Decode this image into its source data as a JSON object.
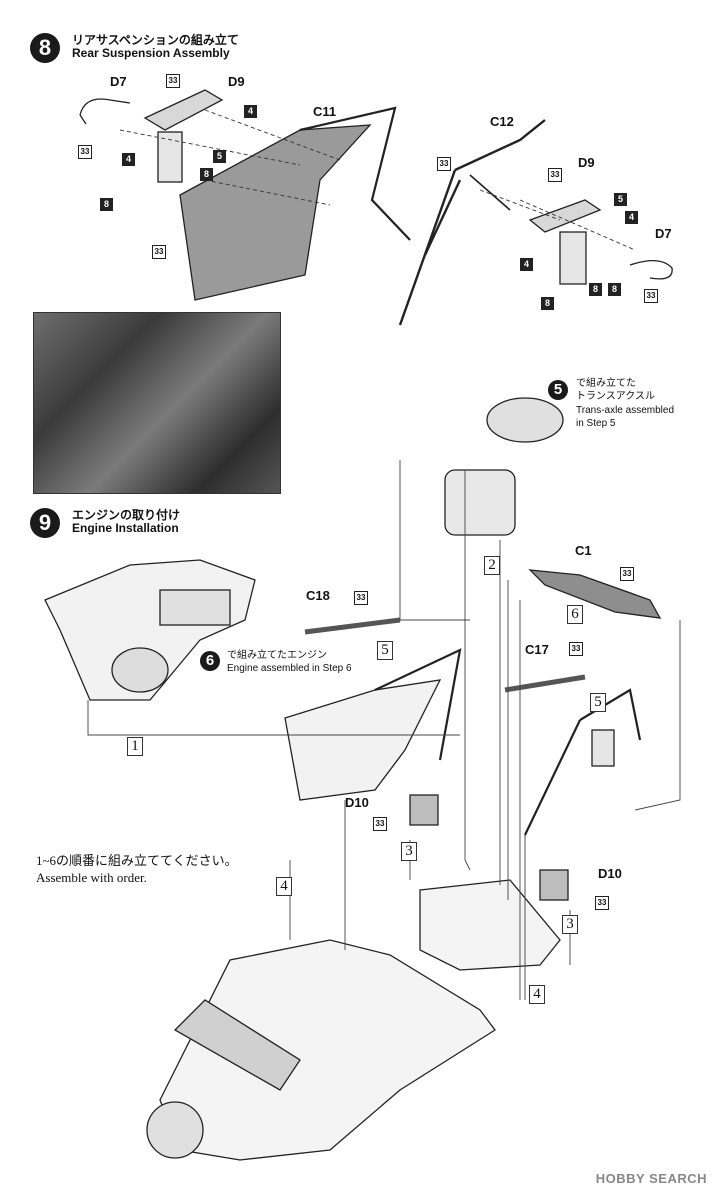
{
  "step8": {
    "number": "8",
    "title_jp": "リアサスペンションの組み立て",
    "title_en": "Rear Suspension Assembly"
  },
  "step9": {
    "number": "9",
    "title_jp": "エンジンの取り付け",
    "title_en": "Engine Installation"
  },
  "labels": {
    "d7": "D7",
    "d9": "D9",
    "c11": "C11",
    "c12": "C12",
    "c1": "C1",
    "c17": "C17",
    "c18": "C18",
    "d10": "D10",
    "n33": "33",
    "n4": "4",
    "n5": "5",
    "n8": "8"
  },
  "boxed_numbers": {
    "one": "1",
    "two": "2",
    "three": "3",
    "four": "4",
    "five": "5",
    "six": "6"
  },
  "callouts": {
    "trans_num": "5",
    "trans_jp1": "で組み立てた",
    "trans_jp2": "トランスアクスル",
    "trans_en1": "Trans-axle assembled",
    "trans_en2": "in Step 5",
    "engine_num": "6",
    "engine_jp": "で組み立てたエンジン",
    "engine_en": "Engine assembled in Step 6"
  },
  "order_note": {
    "jp": "1~6の順番に組み立ててください。",
    "en": "Assemble with order."
  },
  "watermark": "HOBBY SEARCH"
}
